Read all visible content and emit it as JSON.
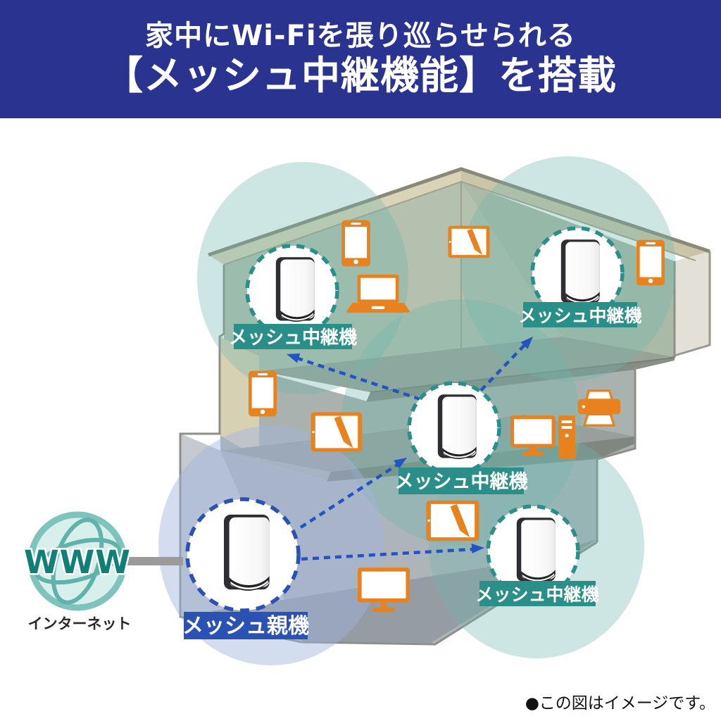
{
  "header": {
    "line1": "家中にWi-Fiを張り巡らせられる",
    "line2": "【メッシュ中継機能】を搭載"
  },
  "internet": {
    "globe_text": "WWW",
    "label": "インターネット",
    "icon": "globe-www-icon"
  },
  "nodes": {
    "parent": {
      "label": "メッシュ親機",
      "label_bg": "#2a52b4",
      "ring_style": "blue-dashed-circle"
    },
    "repeater_top_left": {
      "label": "メッシュ中継機",
      "label_bg": "#2a8f88",
      "ring_style": "teal-dashed-circle"
    },
    "repeater_top_right": {
      "label": "メッシュ中継機",
      "label_bg": "#2a8f88",
      "ring_style": "teal-dashed-circle"
    },
    "repeater_middle": {
      "label": "メッシュ中継機",
      "label_bg": "#2a8f88",
      "ring_style": "teal-dashed-circle"
    },
    "repeater_bottom_right": {
      "label": "メッシュ中継機",
      "label_bg": "#2a8f88",
      "ring_style": "teal-dashed-circle"
    }
  },
  "devices": {
    "top_floor": [
      "smartphone",
      "laptop",
      "tablet-with-pen",
      "smartphone"
    ],
    "middle_floor": [
      "smartphone",
      "tablet-with-pen",
      "desktop-pc",
      "printer"
    ],
    "ground_floor": [
      "tablet-with-pen",
      "monitor"
    ]
  },
  "connections": [
    {
      "from": "parent",
      "to": "repeater_middle",
      "style": "blue-dashed-arrow"
    },
    {
      "from": "parent",
      "to": "repeater_bottom_right",
      "style": "blue-dashed-arrow"
    },
    {
      "from": "repeater_middle",
      "to": "repeater_top_left",
      "style": "blue-dashed-arrow"
    },
    {
      "from": "repeater_middle",
      "to": "repeater_top_right",
      "style": "blue-dashed-arrow"
    }
  ],
  "footnote": "●この図はイメージです。",
  "colors": {
    "header_bg": "#2a3490",
    "header_text": "#ffffff",
    "parent_label_bg": "#2a52b4",
    "repeater_label_bg": "#2a8f88",
    "device_orange": "#e8821e",
    "arrow_blue": "#2453c2",
    "coverage_teal": "#6fb5ae",
    "coverage_blue_parent": "#9fb4dd",
    "roof_tan": "#d9d4b7",
    "wall_sage": "#b4c1af"
  }
}
